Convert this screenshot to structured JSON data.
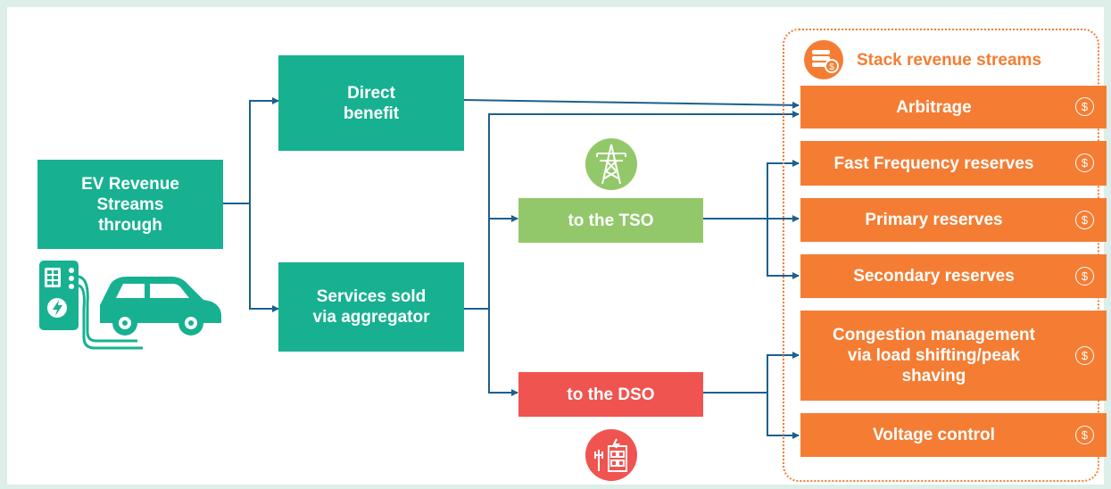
{
  "source": {
    "label": "EV Revenue\nStreams\nthrough"
  },
  "direct": {
    "label": "Direct\nbenefit"
  },
  "aggregator": {
    "label": "Services sold\nvia aggregator"
  },
  "tso": {
    "label": "to the TSO"
  },
  "dso": {
    "label": "to the DSO"
  },
  "stack": {
    "title": "Stack revenue streams",
    "items": [
      {
        "label": "Arbitrage"
      },
      {
        "label": "Fast Frequency reserves"
      },
      {
        "label": "Primary reserves"
      },
      {
        "label": "Secondary reserves"
      },
      {
        "label": "Congestion management\nvia load shifting/peak\nshaving"
      },
      {
        "label": "Voltage control"
      }
    ],
    "currency_symbol": "$"
  },
  "colors": {
    "teal": "#17b191",
    "green": "#93c86a",
    "red": "#ef5451",
    "orange": "#f47d33",
    "connector": "#1e5f8c"
  },
  "icons": [
    "ev-charger-car-icon",
    "transmission-tower-icon",
    "substation-icon",
    "coin-stack-icon",
    "dollar-coin-icon"
  ]
}
